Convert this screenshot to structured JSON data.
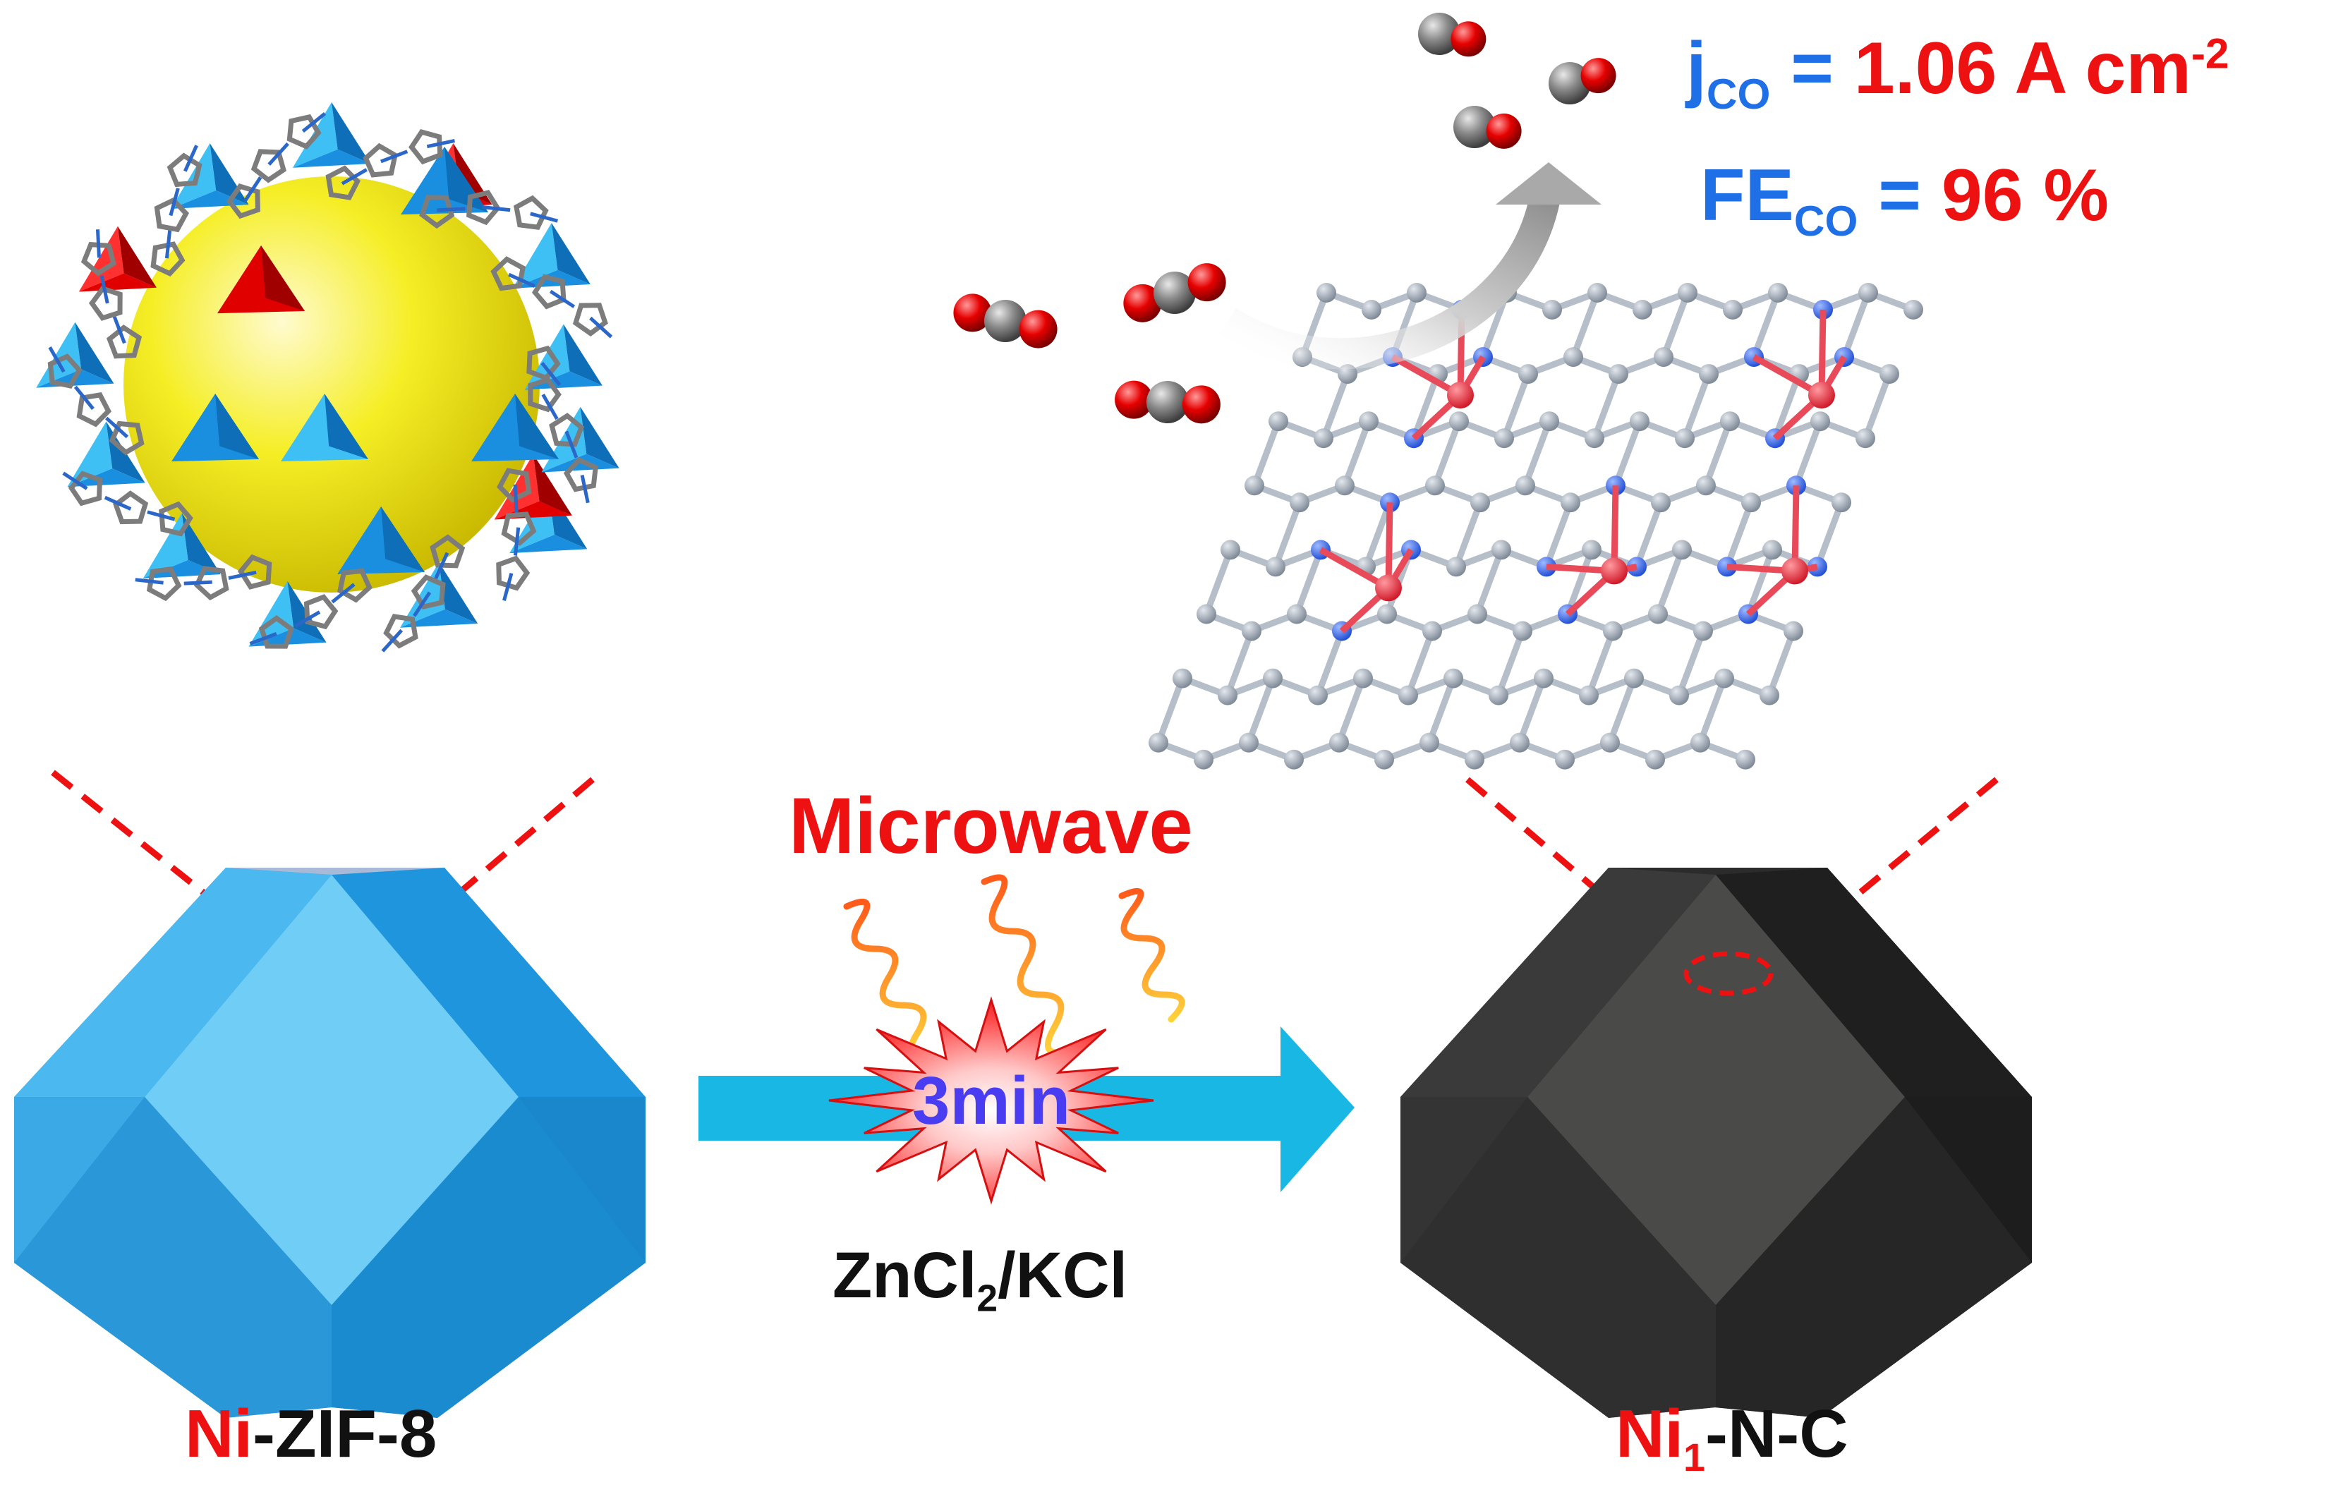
{
  "colors": {
    "accent_red": "#ee1111",
    "accent_blue": "#1f6fe6",
    "zif_blue": "#29a3e6",
    "carbon_dark": "#2b2b2b",
    "arrow_cyan": "#19b7e3",
    "sodalite_yellow": "#f3ec1a",
    "burst_text": "#4a3cf0"
  },
  "left": {
    "label_prefix": "Ni",
    "label_suffix": "-ZIF-8"
  },
  "middle": {
    "process_title": "Microwave",
    "duration": "3min",
    "salt_main": "ZnCl",
    "salt_sub": "2",
    "salt_end": "/KCl"
  },
  "right": {
    "label_prefix": "Ni",
    "label_sub": "1",
    "label_suffix": "-N-C"
  },
  "performance": {
    "j_symbol": "j",
    "j_sub": "CO",
    "j_equals": " = ",
    "j_value": "1.06 A cm",
    "j_exp": "-2",
    "fe_symbol": "FE",
    "fe_sub": "CO",
    "fe_equals": " = ",
    "fe_value": "96 %"
  },
  "icons": {
    "zif_structure": "zif8-sodalite-cage-icon",
    "zif_crystal": "rhombic-dodecahedron-blue-icon",
    "carbon_crystal": "rhombic-dodecahedron-dark-icon",
    "sheet": "ni-n-graphene-sheet-icon",
    "co2": "co2-molecule-icon",
    "co": "co-molecule-icon",
    "microwave": "microwave-wave-icon",
    "burst": "starburst-icon",
    "arrow": "reaction-arrow-icon"
  }
}
